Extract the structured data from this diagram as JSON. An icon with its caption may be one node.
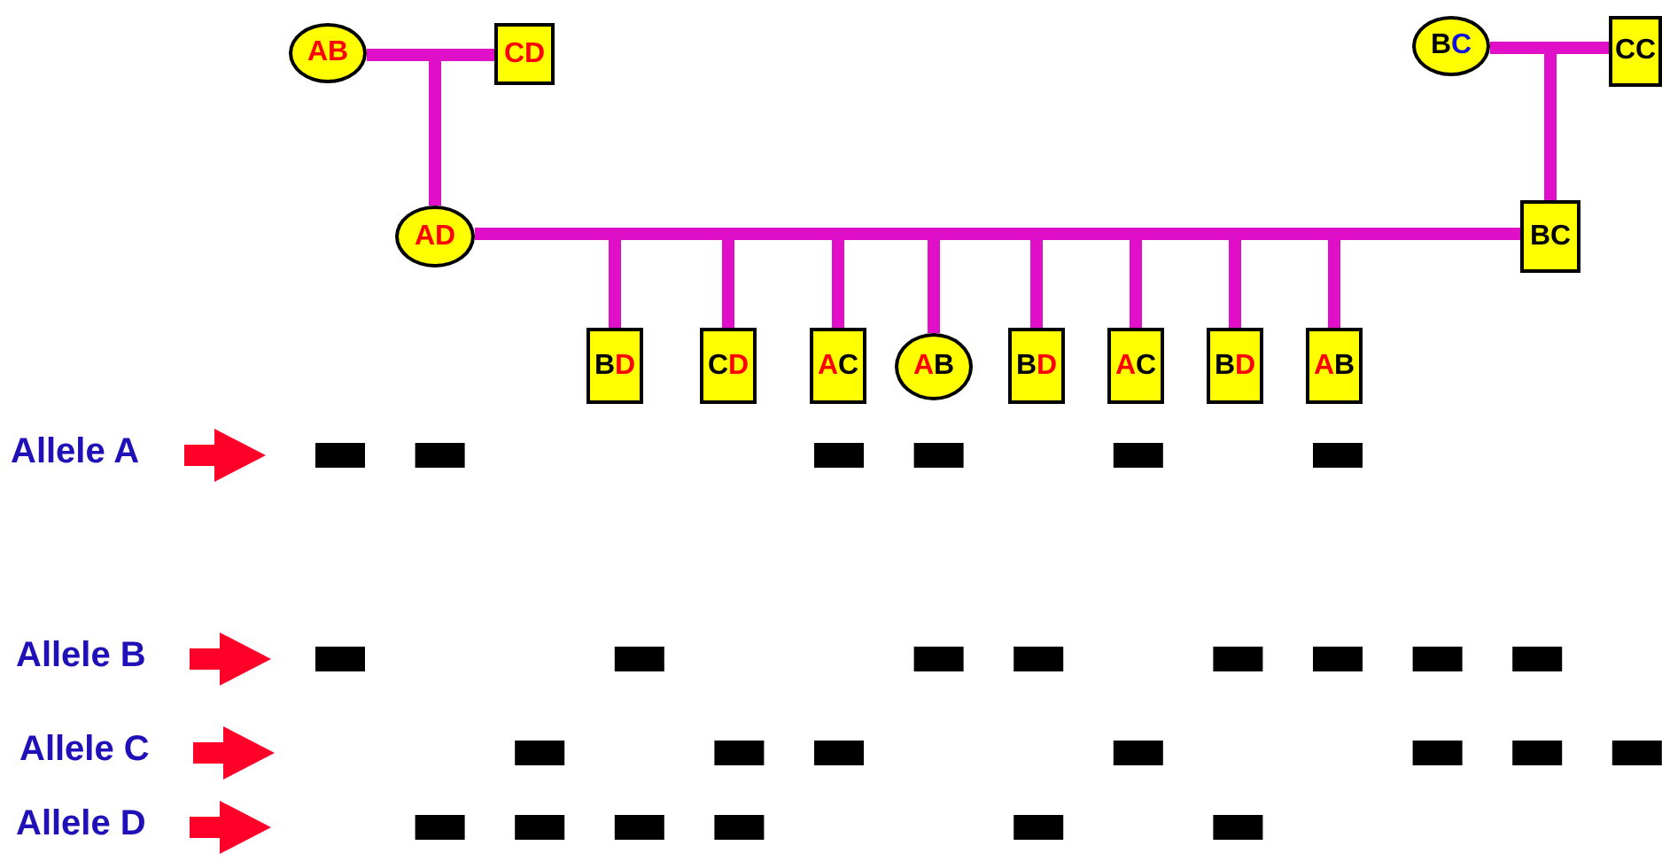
{
  "diagram": {
    "nodes": [
      {
        "text": [
          "AB"
        ]
      },
      {
        "text": [
          "CD"
        ]
      },
      {
        "text": [
          "BC"
        ]
      },
      {
        "text": [
          "CC"
        ]
      },
      {
        "text": [
          "AD"
        ]
      },
      {
        "text": [
          "BC"
        ]
      },
      {
        "text": [
          "BD"
        ]
      },
      {
        "text": [
          "CD"
        ]
      },
      {
        "text": [
          "AC"
        ]
      },
      {
        "text": [
          "AB"
        ]
      },
      {
        "text": [
          "BD"
        ]
      },
      {
        "text": [
          "AC"
        ]
      },
      {
        "text": [
          "BD"
        ]
      },
      {
        "text": [
          "AB"
        ]
      }
    ],
    "edges": [
      {
        "from": 0,
        "to": 1,
        "arrow": "none"
      },
      {
        "from": 0,
        "to": 4,
        "arrow": "none"
      },
      {
        "from": 1,
        "to": 4,
        "arrow": "none"
      },
      {
        "from": 2,
        "to": 3,
        "arrow": "none"
      },
      {
        "from": 2,
        "to": 5,
        "arrow": "none"
      },
      {
        "from": 3,
        "to": 5,
        "arrow": "none"
      },
      {
        "from": 4,
        "to": 5,
        "arrow": "none"
      },
      {
        "from": 4,
        "to": 6,
        "arrow": "none"
      },
      {
        "from": 5,
        "to": 6,
        "arrow": "none"
      },
      {
        "from": 4,
        "to": 7,
        "arrow": "none"
      },
      {
        "from": 5,
        "to": 7,
        "arrow": "none"
      },
      {
        "from": 4,
        "to": 8,
        "arrow": "none"
      },
      {
        "from": 5,
        "to": 8,
        "arrow": "none"
      },
      {
        "from": 4,
        "to": 9,
        "arrow": "none"
      },
      {
        "from": 5,
        "to": 9,
        "arrow": "none"
      },
      {
        "from": 4,
        "to": 10,
        "arrow": "none"
      },
      {
        "from": 5,
        "to": 10,
        "arrow": "none"
      },
      {
        "from": 4,
        "to": 11,
        "arrow": "none"
      },
      {
        "from": 5,
        "to": 11,
        "arrow": "none"
      },
      {
        "from": 4,
        "to": 12,
        "arrow": "none"
      },
      {
        "from": 5,
        "to": 12,
        "arrow": "none"
      },
      {
        "from": 4,
        "to": 13,
        "arrow": "none"
      },
      {
        "from": 5,
        "to": 13,
        "arrow": "none"
      }
    ],
    "labels": [
      "Allele A",
      "Allele B",
      "Allele C",
      "Allele D"
    ]
  }
}
